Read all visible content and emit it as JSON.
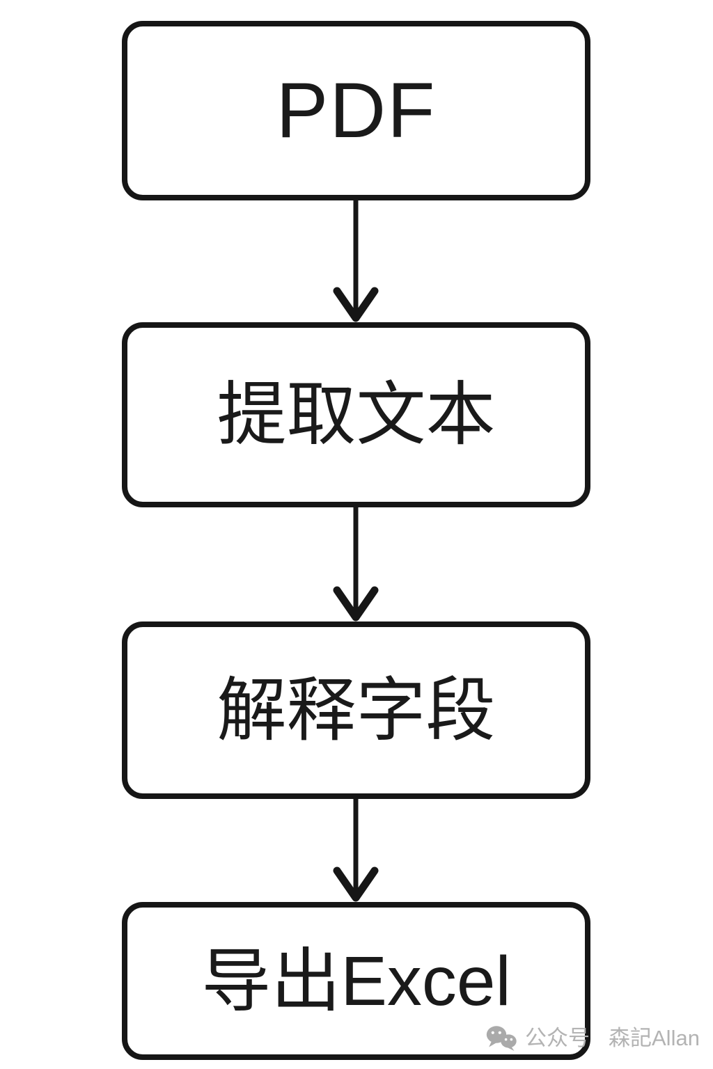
{
  "diagram": {
    "type": "flowchart",
    "direction": "top-down",
    "nodes": [
      {
        "id": "pdf",
        "label": "PDF"
      },
      {
        "id": "extract-text",
        "label": "提取文本"
      },
      {
        "id": "interpret-fields",
        "label": "解释字段"
      },
      {
        "id": "export-excel",
        "label": "导出Excel"
      }
    ],
    "edges": [
      {
        "from": "pdf",
        "to": "extract-text"
      },
      {
        "from": "extract-text",
        "to": "interpret-fields"
      },
      {
        "from": "interpret-fields",
        "to": "export-excel"
      }
    ],
    "colors": {
      "background": "#ffffff",
      "node_fill": "#ffffff",
      "node_border": "#161616",
      "node_text": "#1a1a1a",
      "arrow": "#161616"
    }
  },
  "watermark": {
    "icon": "wechat-icon",
    "platform_label": "公众号",
    "account_name": "森記Allan",
    "color": "#b3b3b3"
  }
}
